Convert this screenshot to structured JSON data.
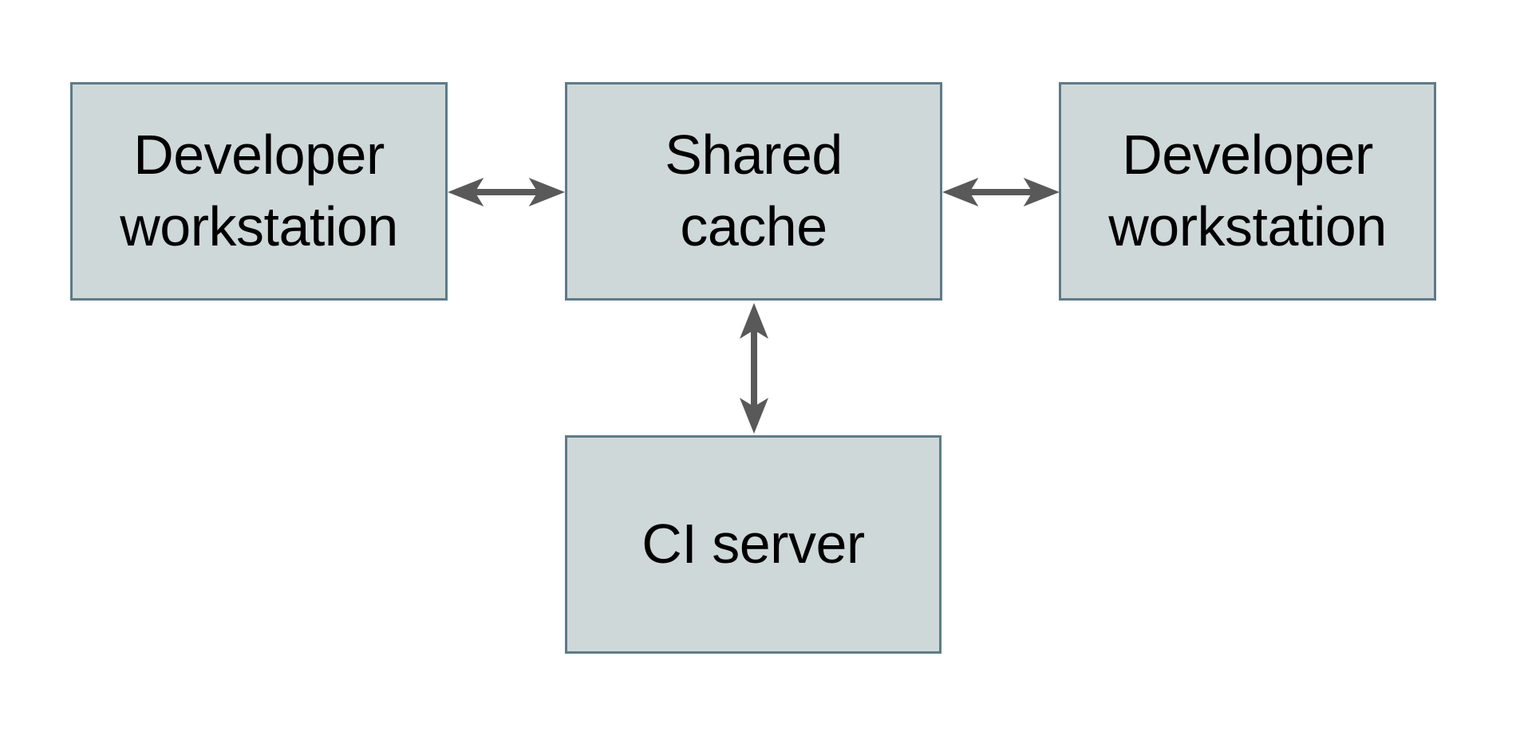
{
  "diagram": {
    "nodes": [
      {
        "id": "developer-workstation-left",
        "label": "Developer\nworkstation"
      },
      {
        "id": "shared-cache",
        "label": "Shared\ncache"
      },
      {
        "id": "developer-workstation-right",
        "label": "Developer\nworkstation"
      },
      {
        "id": "ci-server",
        "label": "CI server"
      }
    ],
    "connectors": [
      {
        "id": "left-workstation-shared-cache",
        "type": "double-arrow",
        "orientation": "horizontal"
      },
      {
        "id": "shared-cache-right-workstation",
        "type": "double-arrow",
        "orientation": "horizontal"
      },
      {
        "id": "shared-cache-ci-server",
        "type": "double-arrow",
        "orientation": "vertical"
      }
    ]
  },
  "style": {
    "background": "#ffffff",
    "node_fill": "#cfd8d9",
    "node_border": "#5e7a88",
    "arrow_color": "#595959",
    "text_color": "#000000"
  }
}
